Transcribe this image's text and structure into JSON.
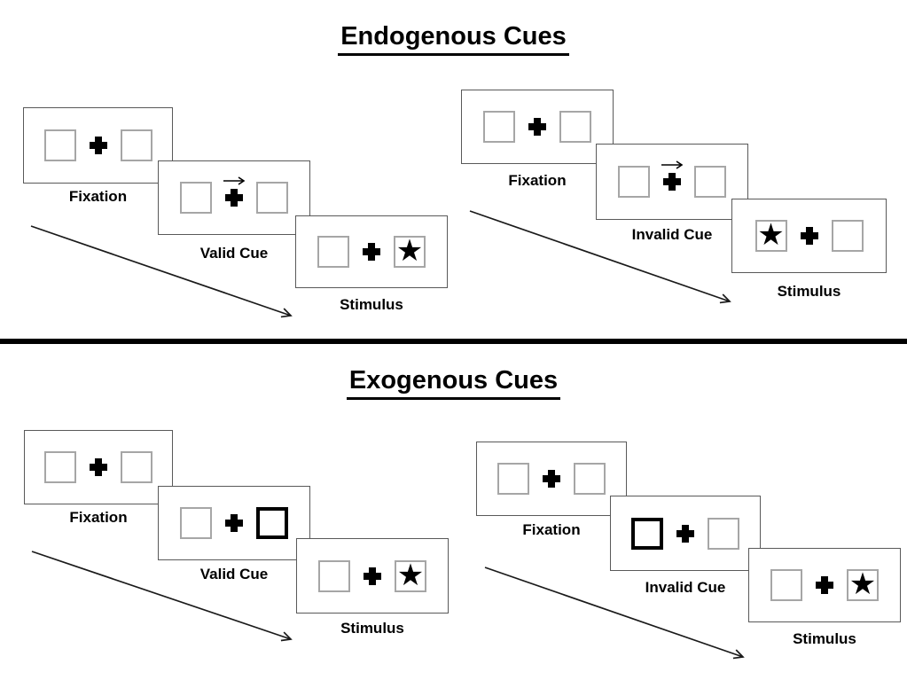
{
  "colors": {
    "ink": "#000000",
    "panel_border": "#595959",
    "box_border": "#a6a6a6",
    "divider": "#000000"
  },
  "glyphs": {
    "star": "★"
  },
  "sections": [
    {
      "title": "Endogenous Cues",
      "trials": [
        {
          "panels": [
            {
              "label": "Fixation"
            },
            {
              "label": "Valid Cue"
            },
            {
              "label": "Stimulus"
            }
          ]
        },
        {
          "panels": [
            {
              "label": "Fixation"
            },
            {
              "label": "Invalid Cue"
            },
            {
              "label": "Stimulus"
            }
          ]
        }
      ]
    },
    {
      "title": "Exogenous Cues",
      "trials": [
        {
          "panels": [
            {
              "label": "Fixation"
            },
            {
              "label": "Valid Cue"
            },
            {
              "label": "Stimulus"
            }
          ]
        },
        {
          "panels": [
            {
              "label": "Fixation"
            },
            {
              "label": "Invalid Cue"
            },
            {
              "label": "Stimulus"
            }
          ]
        }
      ]
    }
  ]
}
